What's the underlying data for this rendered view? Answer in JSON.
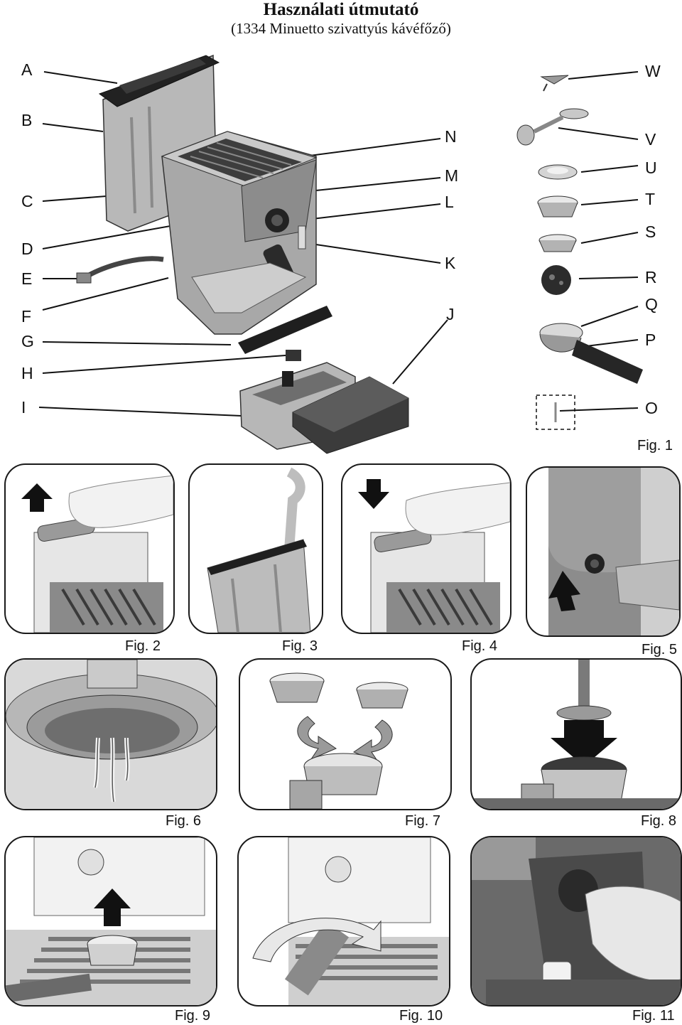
{
  "header": {
    "title": "Használati útmutató",
    "subtitle": "(1334 Minuetto szivattyús kávéfőző)"
  },
  "part_labels": [
    "A",
    "B",
    "C",
    "D",
    "E",
    "F",
    "G",
    "H",
    "I",
    "J",
    "K",
    "L",
    "M",
    "N",
    "O",
    "P",
    "Q",
    "R",
    "S",
    "T",
    "U",
    "V",
    "W"
  ],
  "figures": [
    "Fig. 1",
    "Fig. 2",
    "Fig. 3",
    "Fig. 4",
    "Fig. 5",
    "Fig. 6",
    "Fig. 7",
    "Fig. 8",
    "Fig. 9",
    "Fig. 10",
    "Fig. 11"
  ],
  "icons": [
    "arrow-up-icon",
    "arrow-down-icon",
    "arrow-diagonal-icon",
    "rotate-arrow-icon",
    "curved-arrow-icon"
  ],
  "colors": {
    "line": "#111111",
    "gray_dark": "#4a4a4a",
    "gray_mid": "#9a9a9a",
    "gray_light": "#d6d6d6"
  }
}
